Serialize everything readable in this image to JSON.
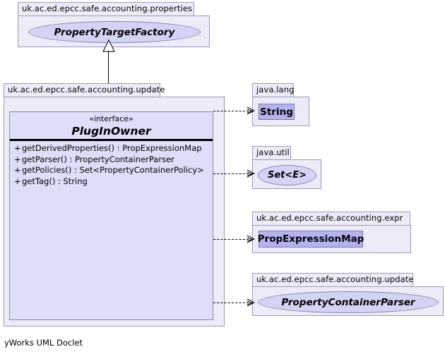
{
  "diagram": {
    "title_footer": "yWorks UML Doclet",
    "colors": {
      "package_fill": "#ececf9",
      "package_border": "#9a9ab8",
      "interface_fill": "#dedef8",
      "ellipse_fill": "#d3d3f5",
      "class_fill": "#b3b3ee",
      "line": "#000000",
      "background": "#ffffff"
    }
  },
  "packages": {
    "properties": {
      "label": "uk.ac.ed.epcc.safe.accounting.properties",
      "node": {
        "name": "PropertyTargetFactory",
        "kind": "interface-ellipse"
      }
    },
    "update_main": {
      "label": "uk.ac.ed.epcc.safe.accounting.update"
    },
    "java_lang": {
      "label": "java.lang",
      "node": {
        "name": "String",
        "kind": "class-rect"
      }
    },
    "java_util": {
      "label": "java.util",
      "node": {
        "name": "Set<E>",
        "kind": "interface-ellipse"
      }
    },
    "expr": {
      "label": "uk.ac.ed.epcc.safe.accounting.expr",
      "node": {
        "name": "PropExpressionMap",
        "kind": "class-rect"
      }
    },
    "update_parser": {
      "label": "uk.ac.ed.epcc.safe.accounting.update",
      "node": {
        "name": "PropertyContainerParser",
        "kind": "interface-ellipse"
      }
    }
  },
  "main_interface": {
    "stereotype": "«interface»",
    "name": "PlugInOwner",
    "members": [
      {
        "visibility": "+",
        "signature": "getDerivedProperties() : PropExpressionMap"
      },
      {
        "visibility": "+",
        "signature": "getParser() : PropertyContainerParser"
      },
      {
        "visibility": "+",
        "signature": "getPolicies() : Set<PropertyContainerPolicy>"
      },
      {
        "visibility": "+",
        "signature": "getTag() : String"
      }
    ]
  },
  "relations": {
    "generalization": {
      "from": "PlugInOwner",
      "to": "PropertyTargetFactory",
      "style": "solid-hollow-triangle"
    },
    "dependencies": [
      {
        "from": "PlugInOwner",
        "to": "String",
        "style": "dashed-open-arrow"
      },
      {
        "from": "PlugInOwner",
        "to": "Set<E>",
        "style": "dashed-open-arrow"
      },
      {
        "from": "PlugInOwner",
        "to": "PropExpressionMap",
        "style": "dashed-open-arrow"
      },
      {
        "from": "PlugInOwner",
        "to": "PropertyContainerParser",
        "style": "dashed-open-arrow"
      }
    ]
  }
}
